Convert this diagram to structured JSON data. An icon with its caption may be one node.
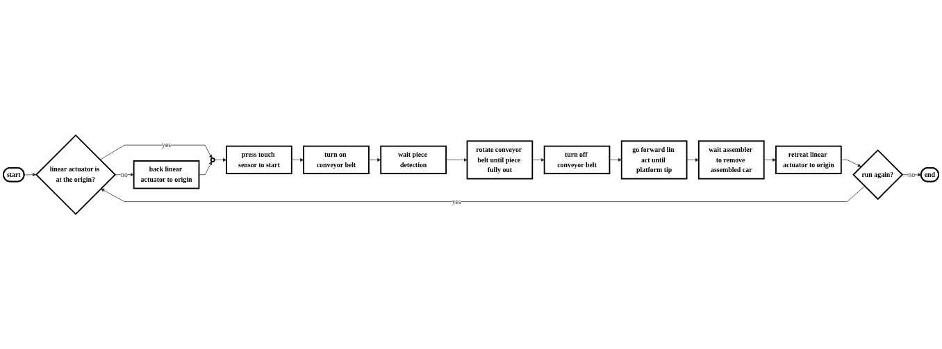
{
  "diagram": {
    "nodes": [
      {
        "text": [
          "start"
        ]
      },
      {
        "text": [
          "linear actuator is at the origin?"
        ]
      },
      {
        "text": [
          "back linear actuator to origin"
        ]
      },
      {
        "text": [],
        "shape": "circle"
      },
      {
        "text": [
          "press touch sensor to start"
        ]
      },
      {
        "text": [
          "turn on conveyor belt"
        ]
      },
      {
        "text": [
          "wait piece detection"
        ]
      },
      {
        "text": [
          "rotate conveyor belt until piece fully out"
        ]
      },
      {
        "text": [
          "turn off conveyor belt"
        ]
      },
      {
        "text": [
          "go forward lin act until platform tip"
        ]
      },
      {
        "text": [
          "wait assembler to remove assembled car"
        ]
      },
      {
        "text": [
          "retreat linear actuator to origin"
        ]
      },
      {
        "text": [
          "run again?"
        ]
      },
      {
        "text": [
          "end"
        ]
      }
    ],
    "edges": [
      {
        "from": 0,
        "to": 1,
        "arrow": "to"
      },
      {
        "from": 1,
        "to": 2,
        "arrow": "to",
        "label": "no"
      },
      {
        "from": 1,
        "to": 3,
        "arrow": "to",
        "label": "yes"
      },
      {
        "from": 2,
        "to": 3,
        "arrow": "to"
      },
      {
        "from": 3,
        "to": 4,
        "arrow": "to"
      },
      {
        "from": 4,
        "to": 5,
        "arrow": "to"
      },
      {
        "from": 5,
        "to": 6,
        "arrow": "to"
      },
      {
        "from": 6,
        "to": 7,
        "arrow": "to"
      },
      {
        "from": 7,
        "to": 8,
        "arrow": "to"
      },
      {
        "from": 8,
        "to": 9,
        "arrow": "to"
      },
      {
        "from": 9,
        "to": 10,
        "arrow": "to"
      },
      {
        "from": 10,
        "to": 11,
        "arrow": "to"
      },
      {
        "from": 11,
        "to": 12,
        "arrow": "to"
      },
      {
        "from": 12,
        "to": 13,
        "arrow": "to",
        "label": "no"
      },
      {
        "from": 12,
        "to": 1,
        "arrow": "to",
        "label": "yes"
      }
    ]
  }
}
